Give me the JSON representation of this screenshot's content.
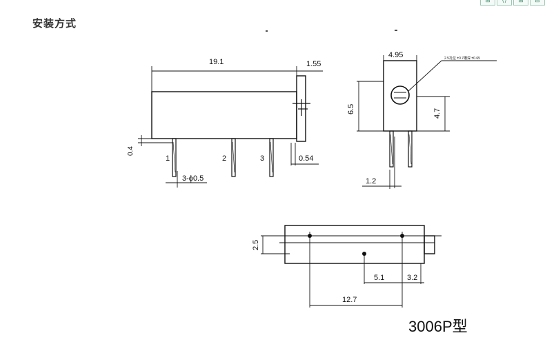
{
  "heading": "安装方式",
  "toolbar": [
    "⊞",
    "⟨⟩",
    "⊞",
    "⊟"
  ],
  "model": "3006P型",
  "side_view": {
    "dim_length": "19.1",
    "dim_tab": "1.55",
    "dim_base": "0.4",
    "dim_pin_offset": "0.54",
    "pin_spec": "3-ϕ0.5",
    "pin_labels": [
      "1",
      "2",
      "3"
    ]
  },
  "end_view": {
    "dim_width": "4.95",
    "dim_height": "6.5",
    "dim_screw_height": "4.7",
    "dim_pin_pitch": "1.2",
    "note": "2.5孔位 ±0.7槽深 ±0.65"
  },
  "top_view": {
    "dim_height": "2.5",
    "dim_a": "5.1",
    "dim_b": "3.2",
    "dim_total": "12.7"
  },
  "colors": {
    "line": "#111111",
    "heading": "#333333",
    "toolbar": "#4a8f72"
  }
}
